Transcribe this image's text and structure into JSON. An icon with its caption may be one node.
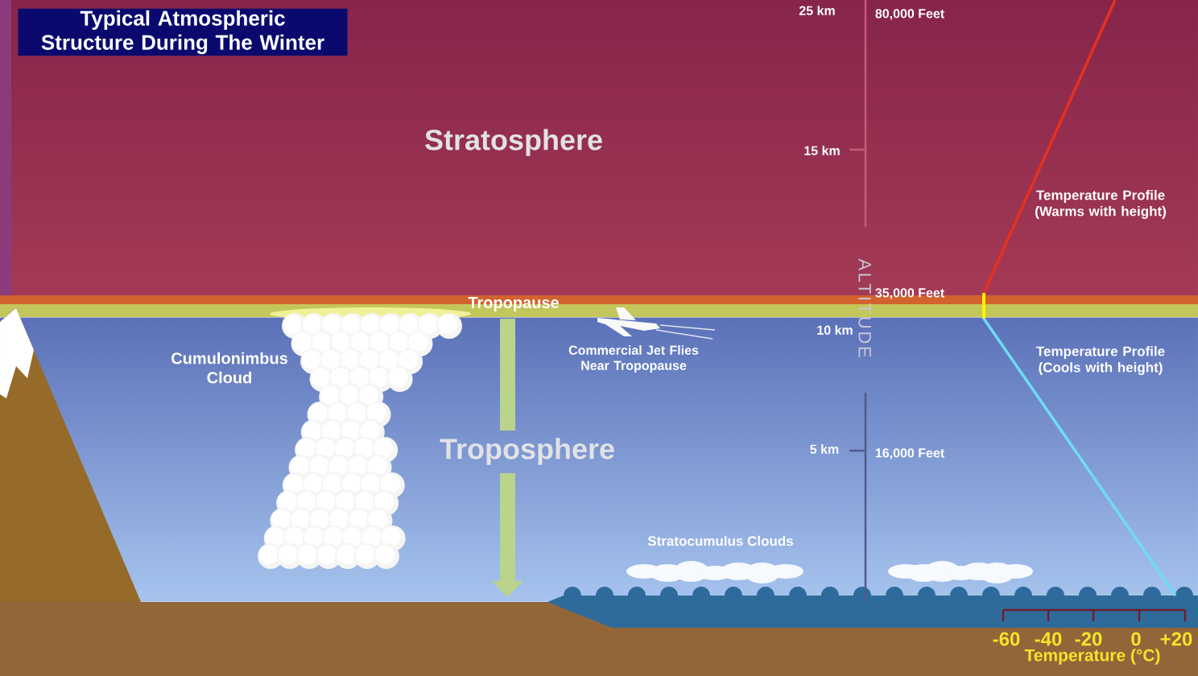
{
  "diagram": {
    "title": "Typical Atmospheric Structure During The Winter",
    "labels": [
      "25 km",
      "80,000 Feet",
      "Stratosphere",
      "15 km",
      "Temperature Profile (Warms with height)",
      "ALTITUDE",
      "35,000 Feet",
      "Tropopause",
      "10 km",
      "Cumulonimbus Cloud",
      "Commercial Jet Flies Near Tropopause",
      "Temperature Profile (Cools with height)",
      "Troposphere",
      "5 km",
      "16,000 Feet",
      "Stratocumulus Clouds",
      "-60",
      "-40",
      "-20",
      "0",
      "+20",
      "Temperature (°C)"
    ]
  }
}
